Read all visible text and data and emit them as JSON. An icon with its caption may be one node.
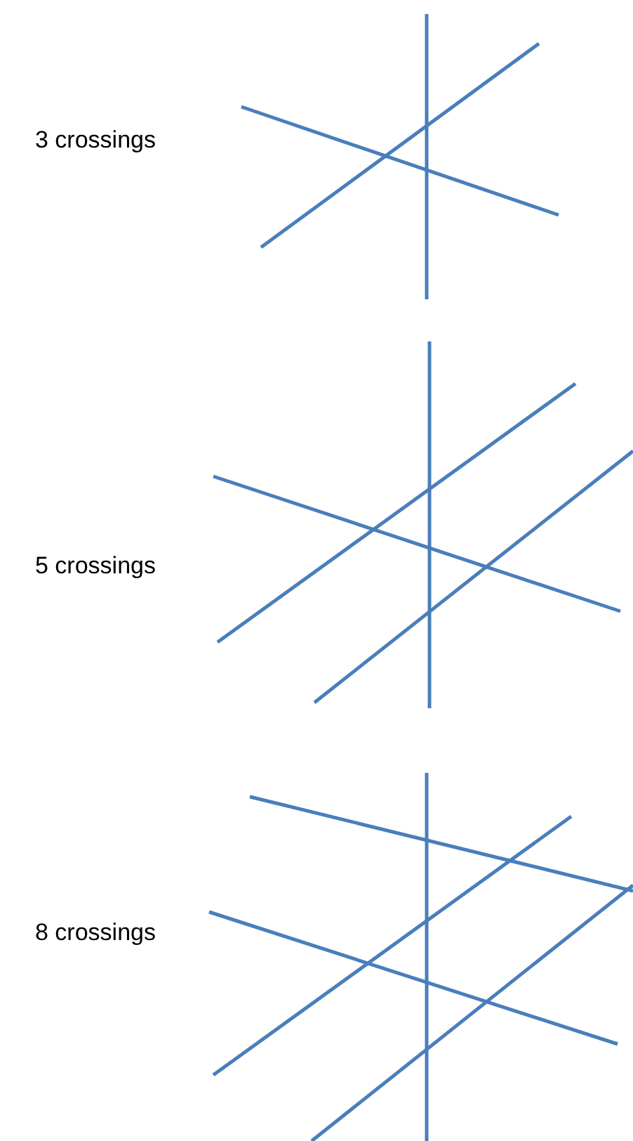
{
  "diagram": {
    "labels": [
      "3 crossings",
      "5 crossings",
      "8 crossings"
    ]
  }
}
